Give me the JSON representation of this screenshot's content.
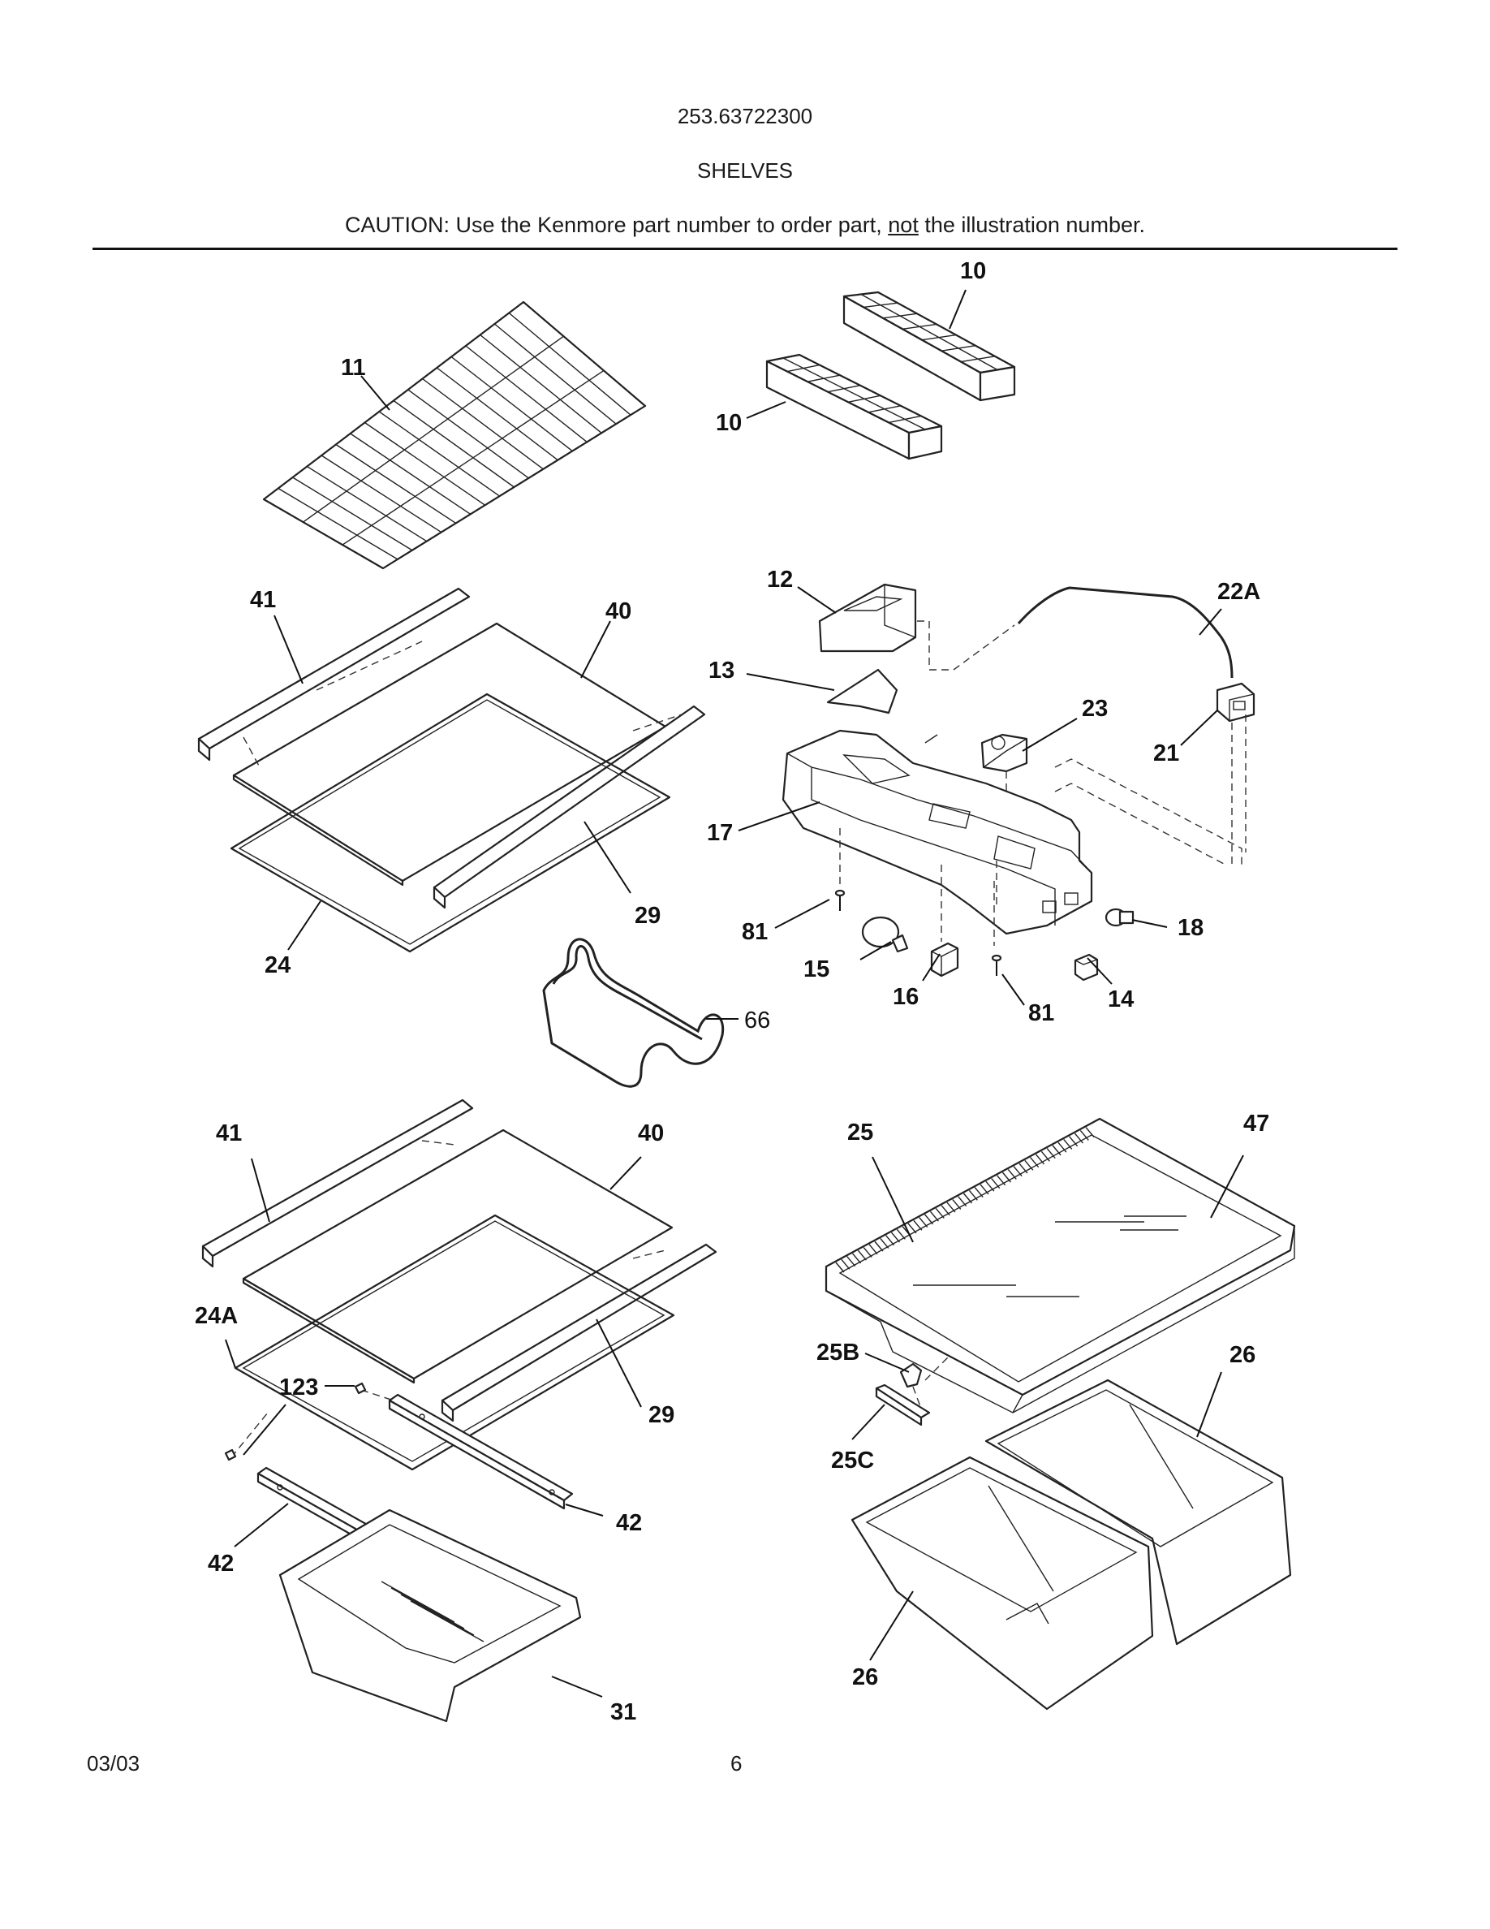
{
  "header": {
    "model": "253.63722300",
    "section": "SHELVES",
    "caution_prefix": "CAUTION: Use the Kenmore part number to order part, ",
    "caution_emph": "not",
    "caution_suffix": " the illustration number."
  },
  "footer": {
    "date": "03/03",
    "page": "6"
  },
  "callouts": {
    "c10a": "10",
    "c10b": "10",
    "c11": "11",
    "c41a": "41",
    "c40a": "40",
    "c29a": "29",
    "c24": "24",
    "c12": "12",
    "c22A": "22A",
    "c13": "13",
    "c23": "23",
    "c21": "21",
    "c17": "17",
    "c81a": "81",
    "c15": "15",
    "c16": "16",
    "c81b": "81",
    "c14": "14",
    "c18": "18",
    "c66": "66",
    "c41b": "41",
    "c40b": "40",
    "c24A": "24A",
    "c123": "123",
    "c29b": "29",
    "c42a": "42",
    "c42b": "42",
    "c31": "31",
    "c25": "25",
    "c47": "47",
    "c25B": "25B",
    "c25C": "25C",
    "c26a": "26",
    "c26b": "26"
  }
}
